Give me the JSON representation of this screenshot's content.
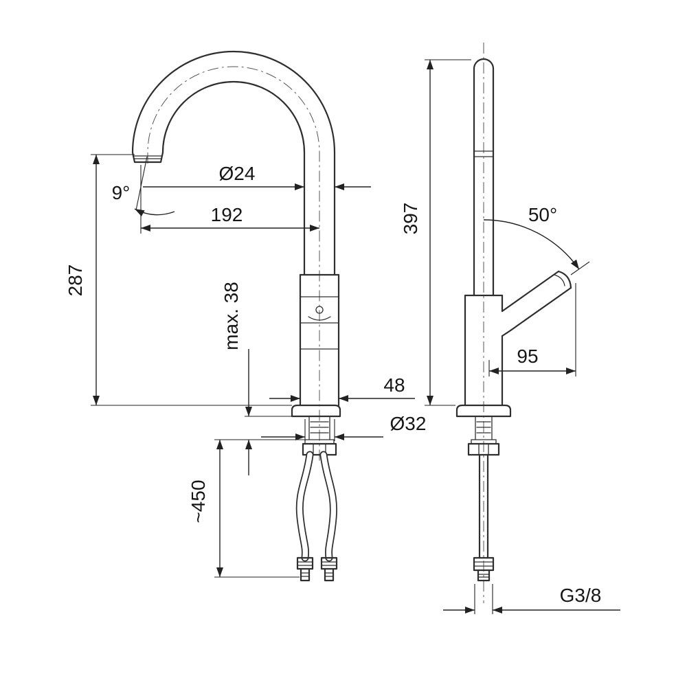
{
  "drawing": {
    "front_view": {
      "spout_diameter": "Ø24",
      "spout_reach": "192",
      "spout_angle": "9°",
      "spout_height": "287",
      "max_deck_thickness": "max. 38",
      "body_width": "48",
      "hole_diameter": "Ø32",
      "hose_length": "~450"
    },
    "side_view": {
      "total_height": "397",
      "handle_angle": "50°",
      "handle_reach": "95",
      "thread_size": "G3/8"
    }
  }
}
